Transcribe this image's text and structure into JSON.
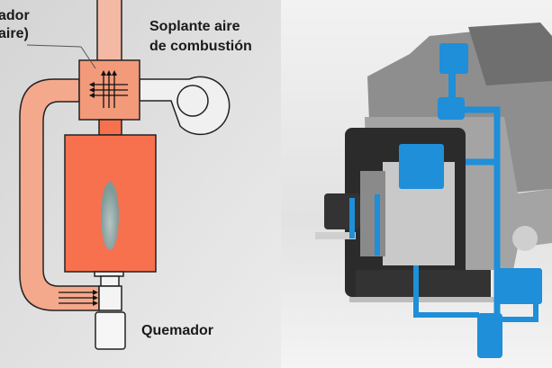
{
  "diagram": {
    "labels": {
      "exchanger_line1": "ador",
      "exchanger_line2": "aire)",
      "blower_line1": "Soplante aire",
      "blower_line2": "de combustión",
      "burner": "Quemador"
    },
    "colors": {
      "duct": "#f4a88c",
      "furnace": "#f7714f",
      "exchanger": "#f29a7a",
      "pipe_blue": "#1e8fd8",
      "machine_gray": "#9a9a9a"
    }
  }
}
